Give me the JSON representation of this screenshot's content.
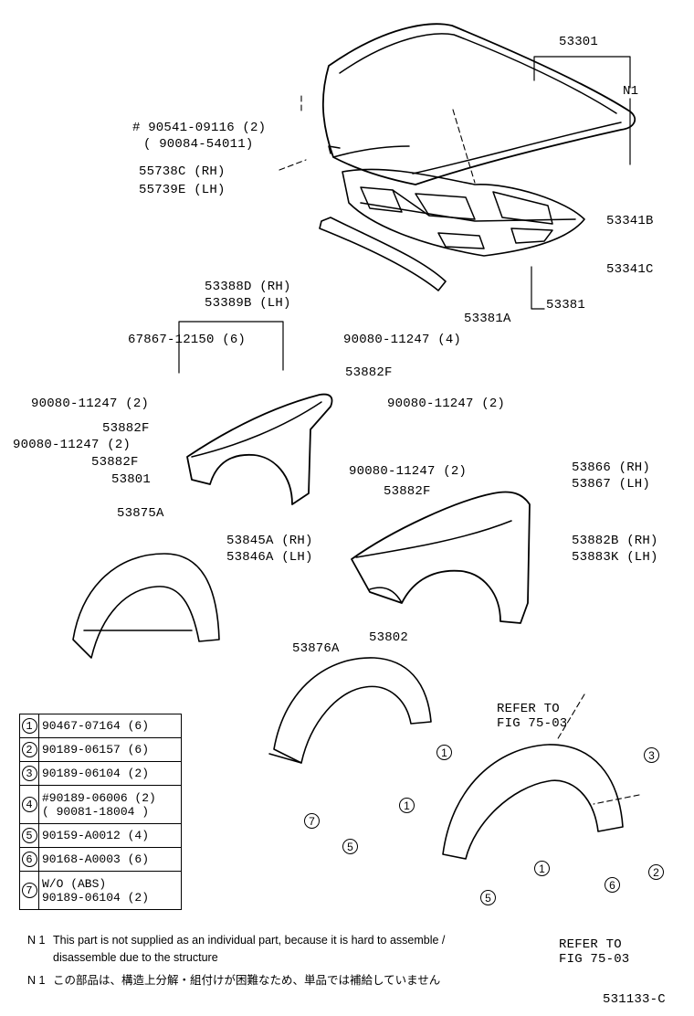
{
  "hood": {
    "part": "53301",
    "note_ref": "N1",
    "clip_a": "# 90541-09116 (2)",
    "clip_b": "( 90084-54011)",
    "bracket_rh": "55738C (RH)",
    "bracket_lh": "55739E (LH)",
    "insulator": "53341B",
    "insulator_clip": "53341C",
    "seal": "53381",
    "seal_clip": "53381A"
  },
  "fender_parts": {
    "cover_rh": "53388D (RH)",
    "cover_lh": "53389B (LH)",
    "clip_67867": "67867-12150 (6)",
    "bolt_top": "90080-11247 (4)",
    "washer_top": "53882F",
    "bolt_left": "90080-11247 (2)",
    "bolt_right": "90080-11247 (2)",
    "washer_left": "53882F",
    "bolt_left2": "90080-11247 (2)",
    "washer_left2": "53882F",
    "panel_rh": "53801",
    "bolt_mid": "90080-11247 (2)",
    "washer_mid": "53882F",
    "brace_rh": "53845A (RH)",
    "brace_lh": "53846A (LH)",
    "liner_rear": "53875A",
    "bracket2_rh": "53866 (RH)",
    "bracket2_lh": "53867 (LH)",
    "seal2_rh": "53882B (RH)",
    "seal2_lh": "53883K (LH)",
    "panel_lh": "53802",
    "liner_front": "53876A"
  },
  "refer_top": [
    "REFER TO",
    "FIG 75-03"
  ],
  "refer_bottom": [
    "REFER TO",
    "FIG 75-03"
  ],
  "legend": [
    {
      "num": "1",
      "text": "90467-07164 (6)"
    },
    {
      "num": "2",
      "text": "90189-06157 (6)"
    },
    {
      "num": "3",
      "text": "90189-06104 (2)"
    },
    {
      "num": "4",
      "text": "#90189-06006 (2)",
      "text2": "( 90081-18004 )"
    },
    {
      "num": "5",
      "text": "90159-A0012 (4)"
    },
    {
      "num": "6",
      "text": "90168-A0003 (6)"
    },
    {
      "num": "7",
      "text": "W/O (ABS)",
      "text2": "90189-06104 (2)"
    }
  ],
  "callouts": [
    "1",
    "1",
    "1",
    "2",
    "3",
    "5",
    "5",
    "6",
    "7"
  ],
  "notes": {
    "n1_code": "N 1",
    "n1_en_line1": "This part is not supplied as an individual part, because it is hard to assemble /",
    "n1_en_line2": "disassemble due to the structure",
    "n1_jp_code": "N 1",
    "n1_jp": "この部品は、構造上分解・組付けが困難なため、単品では補給していません"
  },
  "figure_id": "531133-C"
}
